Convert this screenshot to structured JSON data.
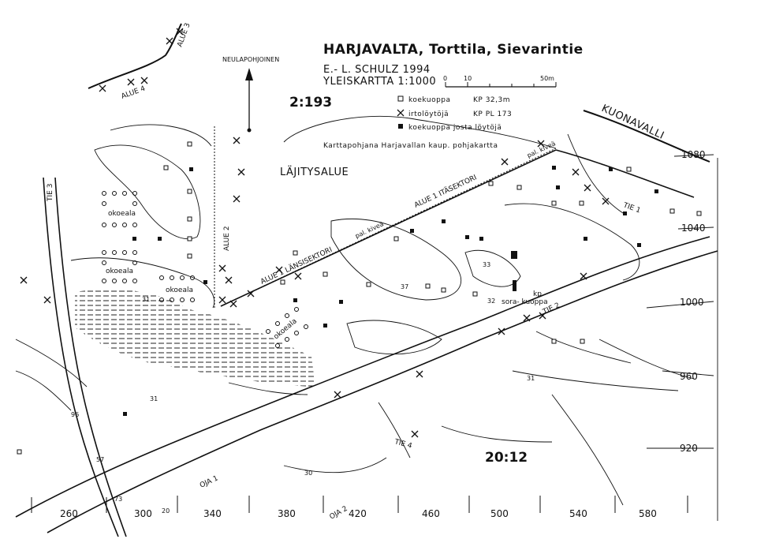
{
  "header": {
    "title": "HARJAVALTA, Torttila, Sievarintie",
    "author_year": "E.- L. SCHULZ  1994",
    "map_type": "YLEISKARTTA  1:1000",
    "north_label": "NEULAPOHJOINEN",
    "sheet_no": "2:193",
    "base_map": "Karttapohjana  Harjavallan kaup. pohjakartta"
  },
  "scale_bar": {
    "start": "0",
    "mid": "10",
    "end": "50m"
  },
  "legend": {
    "items": [
      {
        "symbol": "open-square",
        "label": "koekuoppa",
        "note": "KP 32,3m"
      },
      {
        "symbol": "cross",
        "label": "irtolöytöjä",
        "note": "KP PL 173"
      },
      {
        "symbol": "filled-square",
        "label": "koekuoppa josta löytöjä",
        "note": ""
      }
    ]
  },
  "map": {
    "area_labels": {
      "alue3": "ALUE 3",
      "alue4": "ALUE 4",
      "alue2": "ALUE 2",
      "alue1_lansi": "ALUE 1 LÄNSISEKTORI",
      "alue1_ita": "ALUE 1 ITÄSEKTORI",
      "lajitysalue": "LÄJITYSALUE",
      "kuonavalli": "KUONAVALLI",
      "pal_kivea_1": "pal. kiveä",
      "pal_kivea_2": "pal. kiveä"
    },
    "road_labels": {
      "tie1": "TIE 1",
      "tie2": "TIE 2",
      "tie3": "TIE 3",
      "tie4": "TIE 4",
      "oja1": "OJA 1",
      "oja2": "OJA 2"
    },
    "feature_labels": {
      "okoeala_1": "okoeala",
      "okoeala_2": "okoeala",
      "okoeala_3": "okoeala",
      "okoeala_4": "okoeala",
      "soraKuoppa": "sora-\nkuoppa",
      "kp": "kp",
      "sheet_20_12": "20:12"
    },
    "contours": [
      "31",
      "33",
      "37",
      "32",
      "31",
      "30",
      "31"
    ],
    "spot_heights": [
      "96",
      "57",
      "73",
      "20"
    ],
    "grid_x": [
      "260",
      "300",
      "340",
      "380",
      "420",
      "460",
      "500",
      "540",
      "580"
    ],
    "grid_y": [
      "1080",
      "1040",
      "1000",
      "960",
      "920"
    ]
  }
}
